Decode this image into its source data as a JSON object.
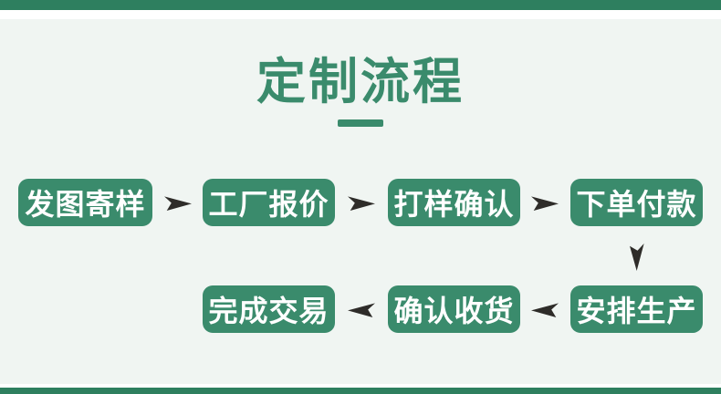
{
  "title": {
    "text": "定制流程"
  },
  "colors": {
    "background": "#f0f5f2",
    "accent_green": "#3a8b6c",
    "edge_bar_green": "#2e7f5f",
    "arrow_color": "#2e2c29",
    "step_text": "#ffffff"
  },
  "flow": {
    "row1": [
      {
        "label": "发图寄样"
      },
      {
        "label": "工厂报价"
      },
      {
        "label": "打样确认"
      },
      {
        "label": "下单付款"
      }
    ],
    "row2": [
      {
        "label": "完成交易"
      },
      {
        "label": "确认收货"
      },
      {
        "label": "安排生产"
      }
    ],
    "arrow_sequence": [
      "right",
      "right",
      "right",
      "down",
      "left",
      "left"
    ]
  }
}
